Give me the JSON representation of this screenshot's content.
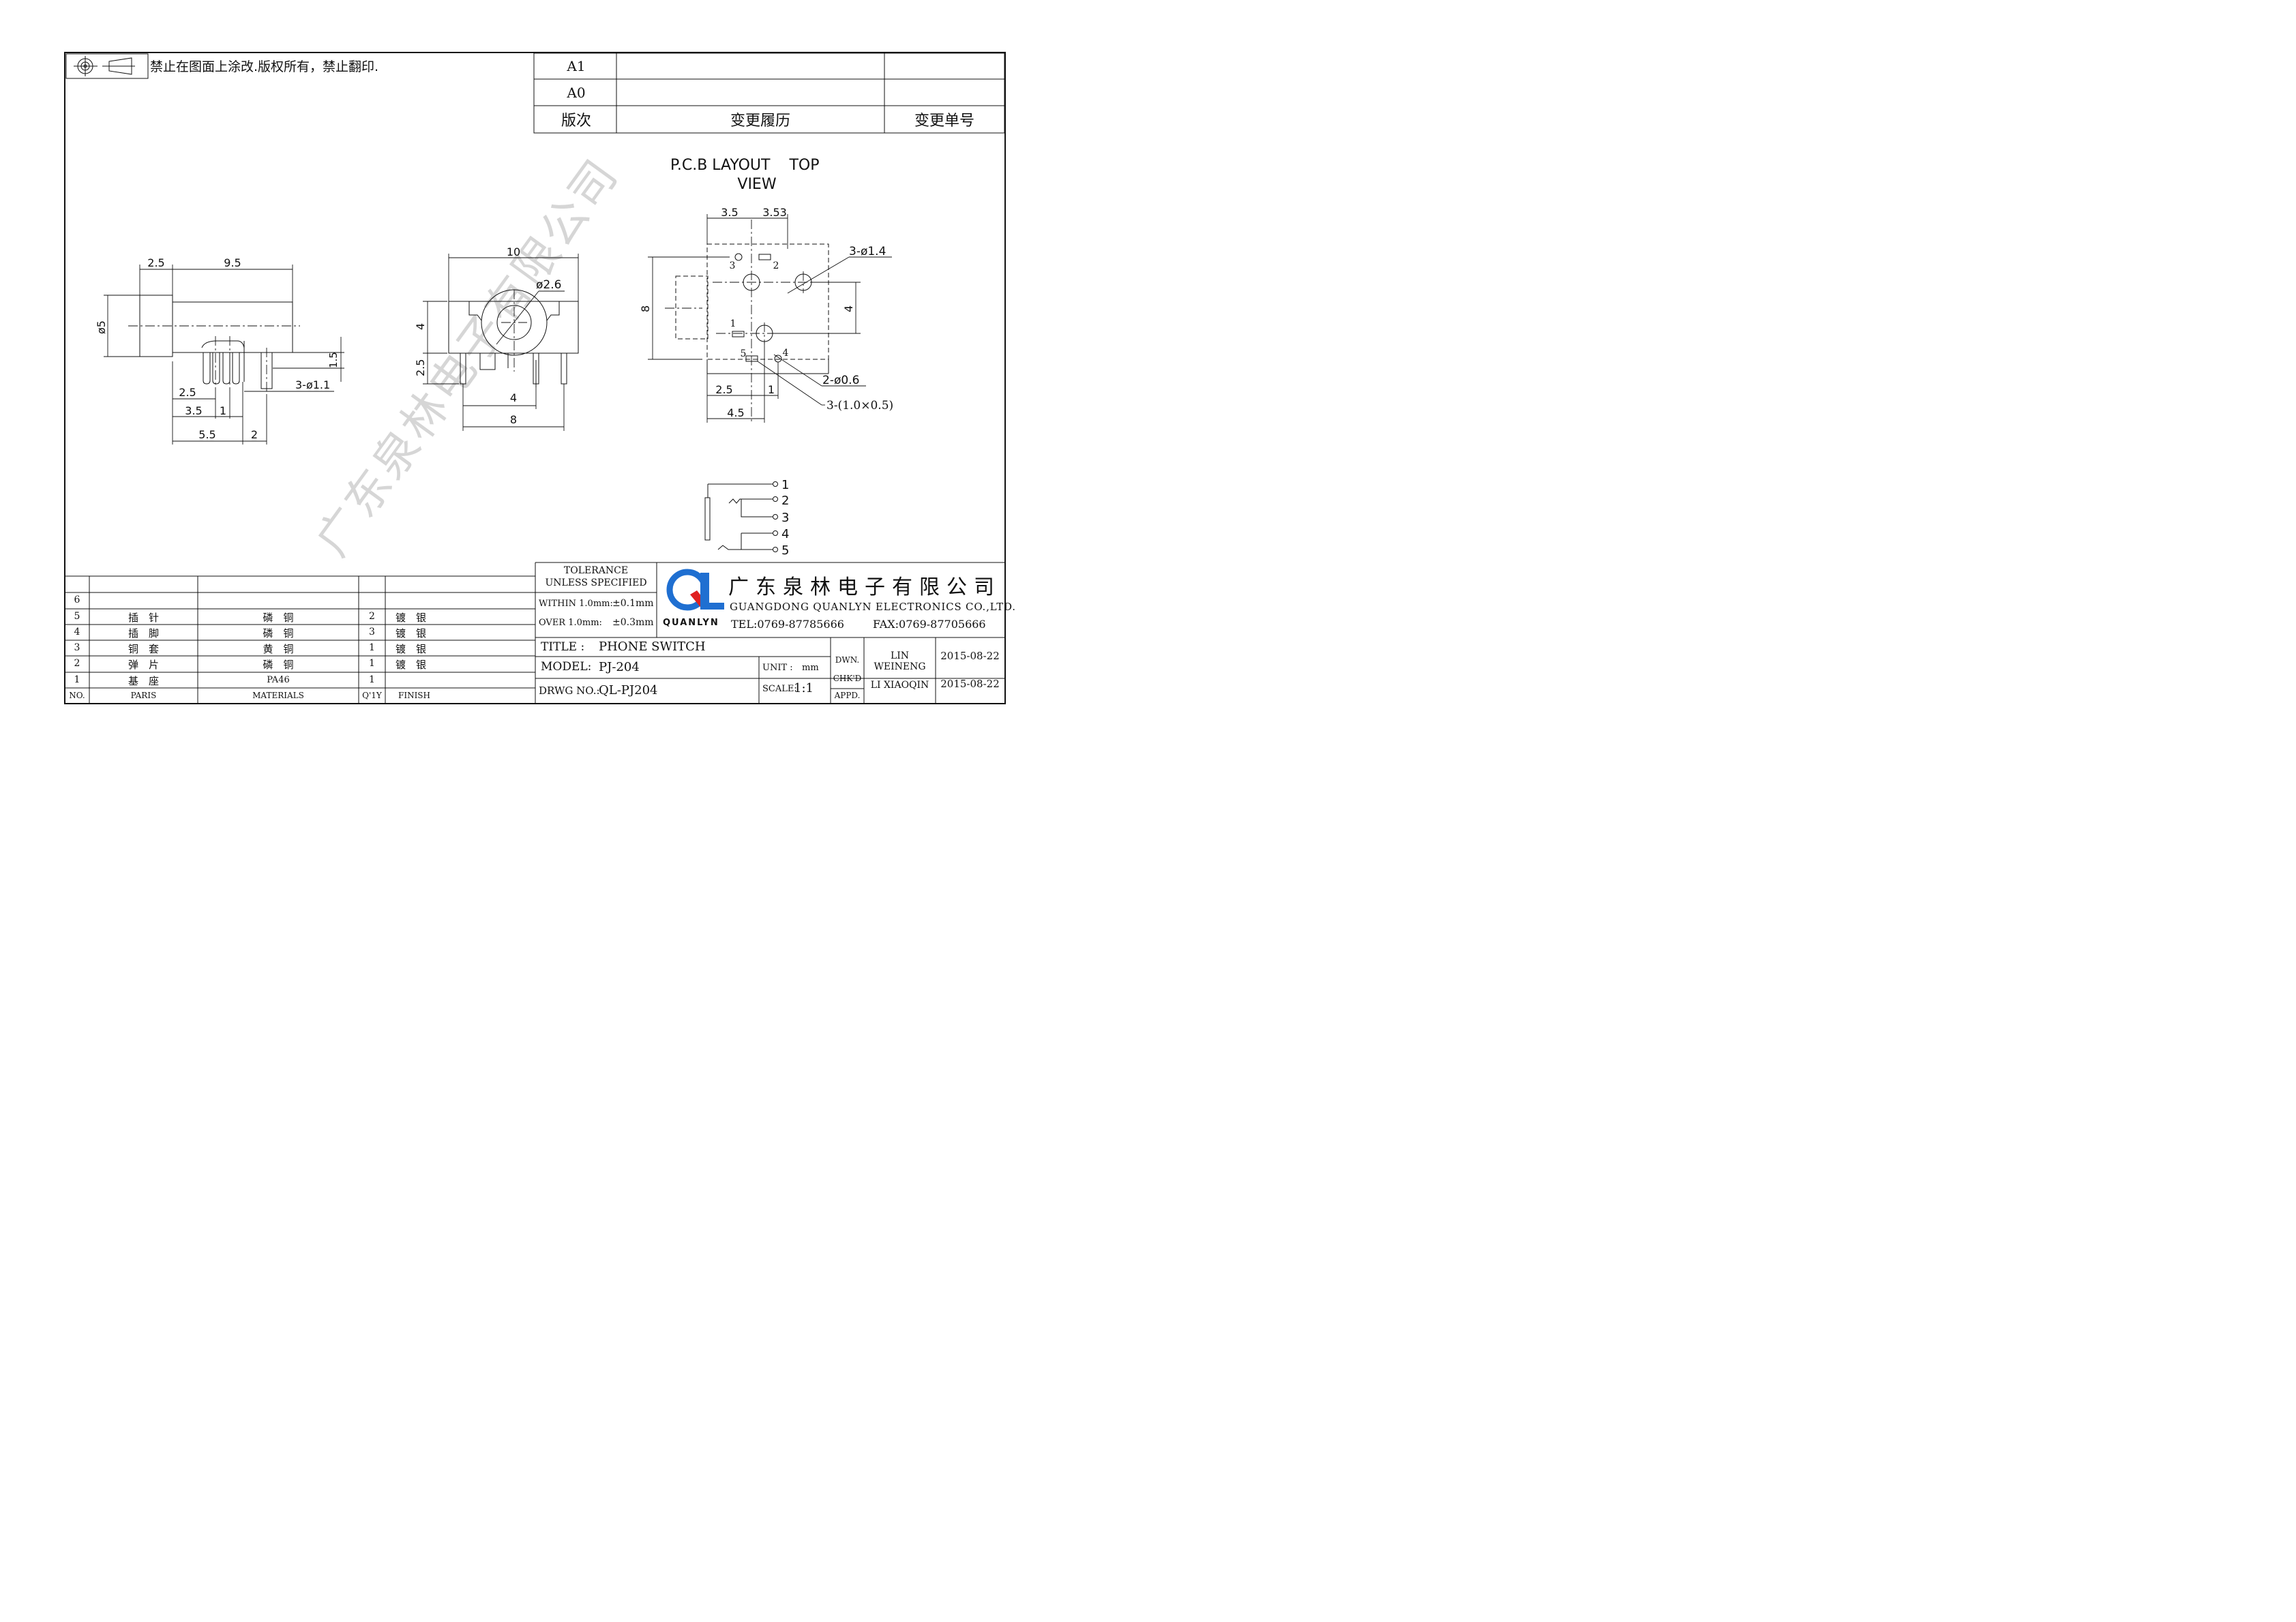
{
  "notice": "禁止在图面上涂改.版权所有，禁止翻印.",
  "revision_table": {
    "rows": [
      "A1",
      "A0"
    ],
    "header_version": "版次",
    "header_history": "变更履历",
    "header_number": "变更单号"
  },
  "pcb_title_line1": "P.C.B LAYOUT    TOP",
  "pcb_title_line2": "VIEW",
  "side_view": {
    "d_2_5": "2.5",
    "d_9_5": "9.5",
    "d_phi5": "ø5",
    "d_1_5": "1.5",
    "d_3phi1_1": "3-ø1.1",
    "d_2_5b": "2.5",
    "d_3_5": "3.5",
    "d_1": "1",
    "d_5_5": "5.5",
    "d_2": "2"
  },
  "front_view": {
    "d_10": "10",
    "d_phi2_6": "ø2.6",
    "d_4": "4",
    "d_2_5": "2.5",
    "d_4b": "4",
    "d_8": "8"
  },
  "pcb_view": {
    "d_3_5": "3.5",
    "d_3_53": "3.53",
    "d_3phi1_4": "3-ø1.4",
    "d_8": "8",
    "d_4": "4",
    "d_2phi0_6": "2-ø0.6",
    "d_3x": "3-(1.0×0.5)",
    "d_2_5": "2.5",
    "d_1": "1",
    "d_4_5": "4.5",
    "pin_labels": [
      "3",
      "2",
      "1",
      "5",
      "4"
    ]
  },
  "schematic_pins": [
    "1",
    "2",
    "3",
    "4",
    "5"
  ],
  "watermark": "广东泉林电子有限公司",
  "parts_table": {
    "header": {
      "no": "NO.",
      "parts": "PARIS",
      "materials": "MATERIALS",
      "qty": "Q'1Y",
      "finish": "FINISH"
    },
    "rows": [
      {
        "no": "6",
        "part": "",
        "material": "",
        "qty": "",
        "finish": ""
      },
      {
        "no": "5",
        "part": "插　针",
        "material": "磷　铜",
        "qty": "2",
        "finish": "镀　银"
      },
      {
        "no": "4",
        "part": "插　脚",
        "material": "磷　铜",
        "qty": "3",
        "finish": "镀　银"
      },
      {
        "no": "3",
        "part": "铜　套",
        "material": "黄　铜",
        "qty": "1",
        "finish": "镀　银"
      },
      {
        "no": "2",
        "part": "弹　片",
        "material": "磷　铜",
        "qty": "1",
        "finish": "镀　银"
      },
      {
        "no": "1",
        "part": "基　座",
        "material": "PA46",
        "qty": "1",
        "finish": ""
      }
    ]
  },
  "title_block": {
    "tolerance_line1": "TOLERANCE",
    "tolerance_line2": "UNLESS SPECIFIED",
    "within": "WITHIN 1.0mm:",
    "within_val": "±0.1mm",
    "over": "OVER 1.0mm:",
    "over_val": "±0.3mm",
    "logo_text": "QUANLYN",
    "company_cn": "广东泉林电子有限公司",
    "company_en": "GUANGDONG QUANLYN ELECTRONICS CO.,LTD.",
    "tel": "TEL:0769-87785666",
    "fax": "FAX:0769-87705666",
    "title_label": "TITLE :",
    "title_value": "PHONE SWITCH",
    "model_label": "MODEL:",
    "model_value": "PJ-204",
    "drwg_label": "DRWG NO.:",
    "drwg_value": "QL-PJ204",
    "unit_label": "UNIT :",
    "unit_value": "mm",
    "scale_label": "SCALE:",
    "scale_value": "1:1",
    "dwn": "DWN.",
    "chkd": "CHK'D",
    "appd": "APPD.",
    "dwn_name": "LIN WEINENG",
    "dwn_date": "2015-08-22",
    "chk_name": "LI XIAOQIN",
    "chk_date": "2015-08-22"
  },
  "colors": {
    "logo_blue": "#1f6fd1",
    "logo_red": "#e02020",
    "watermark": "#d4d4d4"
  }
}
